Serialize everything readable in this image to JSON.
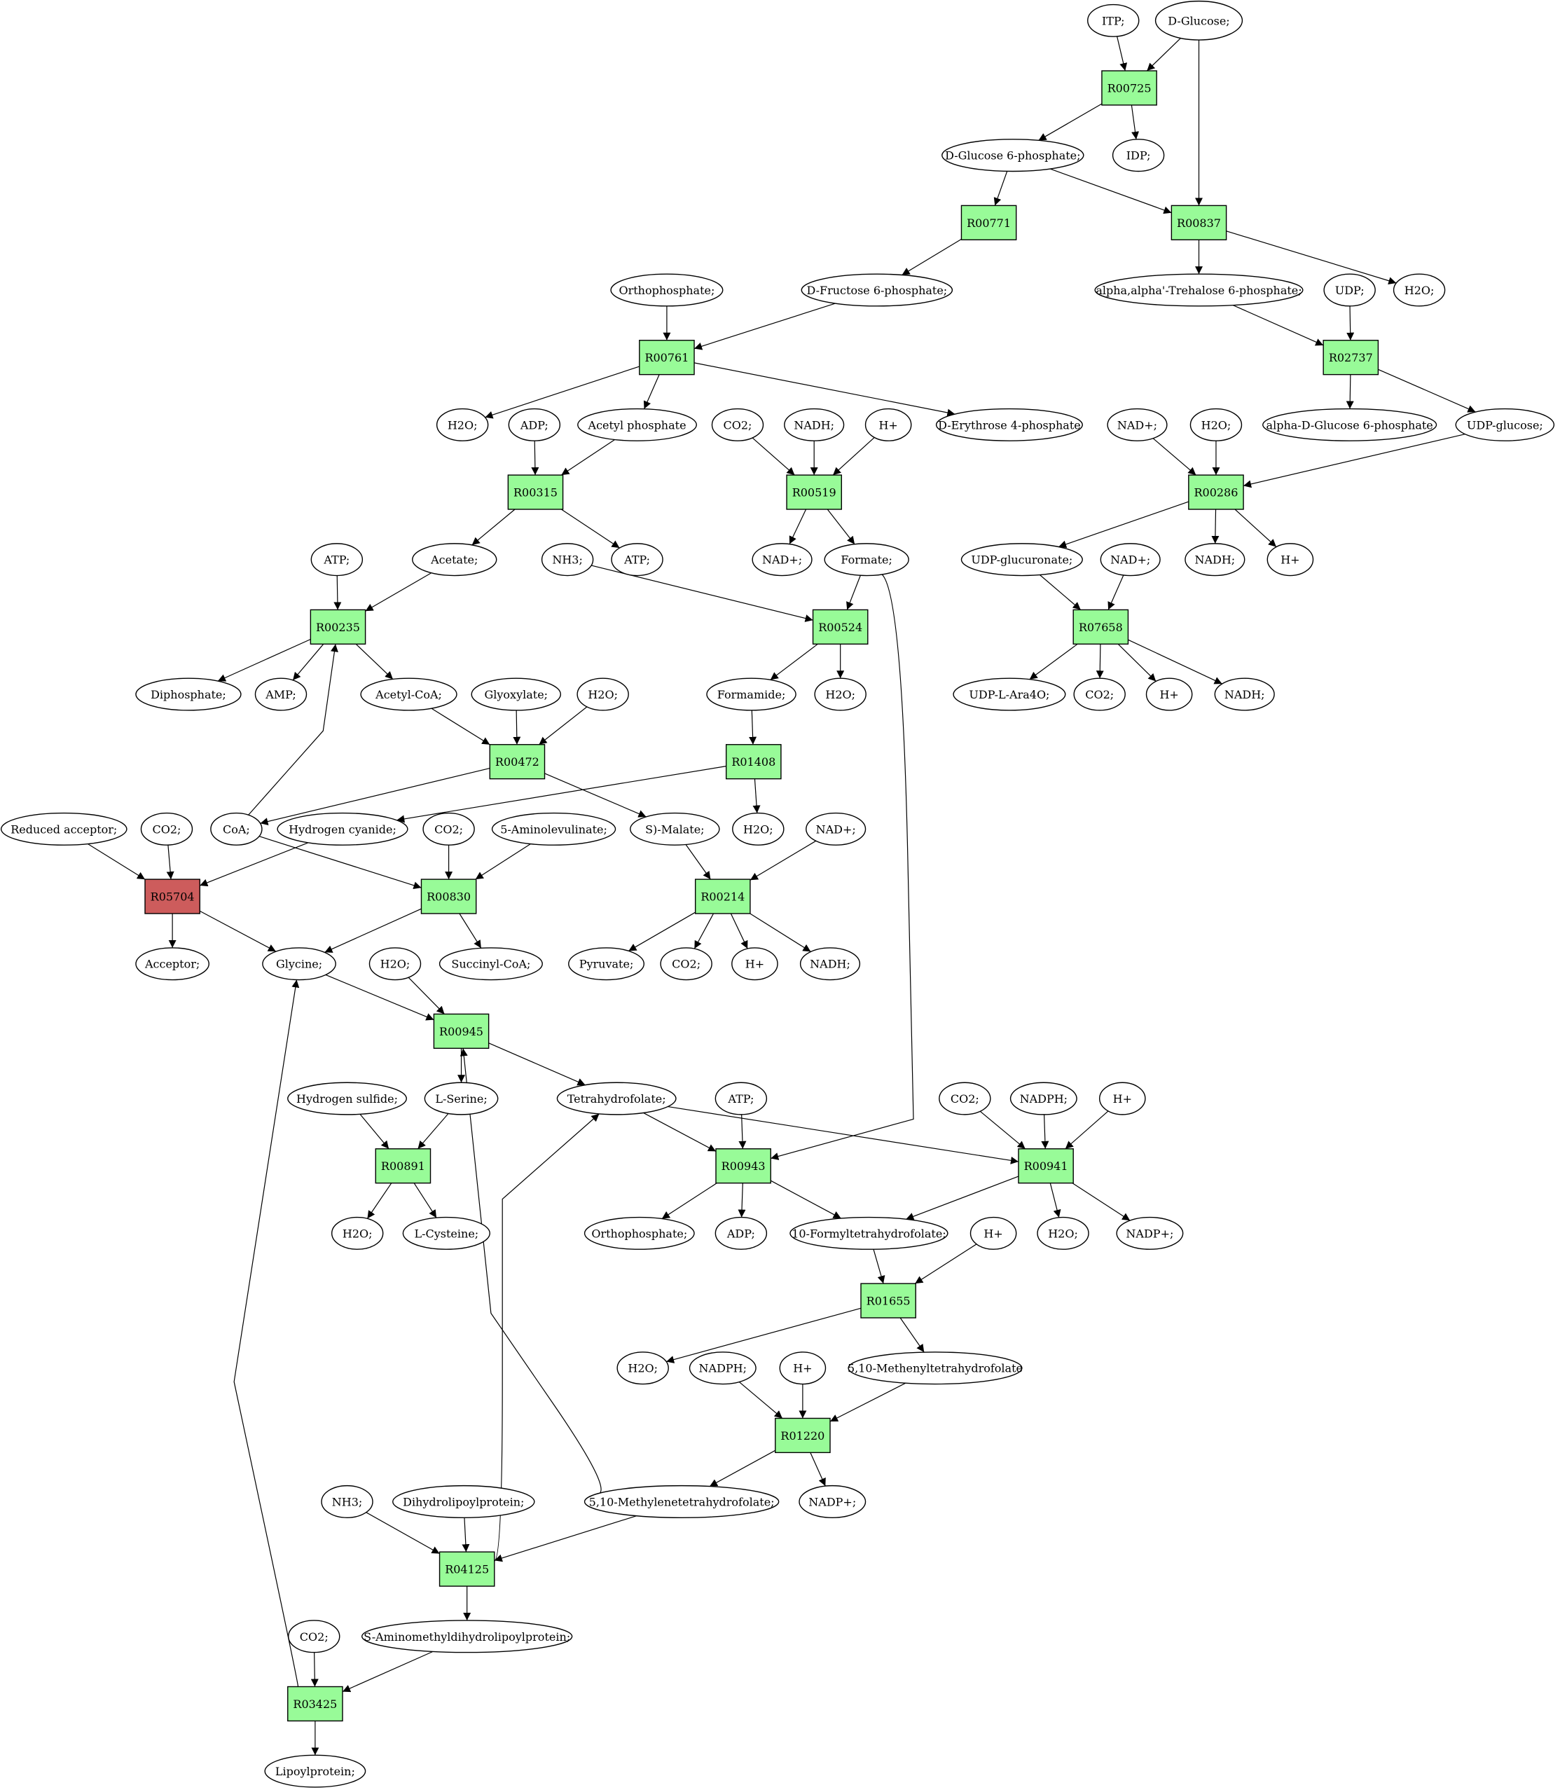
{
  "colors": {
    "reaction": "#98fb98",
    "blocked_reaction": "#cd5c5c",
    "source": "#00ee00",
    "target": "#ffff00",
    "compound": "#ffffff"
  },
  "nodes": [
    {
      "id": "n_itp",
      "label": "ITP;",
      "shape": "ellipse"
    },
    {
      "id": "n_dglucose",
      "label": "D-Glucose;",
      "shape": "ellipse",
      "role": "source"
    },
    {
      "id": "r_R00725",
      "label": "R00725",
      "shape": "box"
    },
    {
      "id": "n_g6p",
      "label": "D-Glucose 6-phosphate;",
      "shape": "ellipse"
    },
    {
      "id": "n_idp",
      "label": "IDP;",
      "shape": "ellipse"
    },
    {
      "id": "r_R00771",
      "label": "R00771",
      "shape": "box"
    },
    {
      "id": "r_R00837",
      "label": "R00837",
      "shape": "box"
    },
    {
      "id": "n_orthophosphate_a",
      "label": "Orthophosphate;",
      "shape": "ellipse"
    },
    {
      "id": "n_f6p",
      "label": "D-Fructose 6-phosphate;",
      "shape": "ellipse"
    },
    {
      "id": "n_trehalose6p",
      "label": "alpha,alpha'-Trehalose 6-phosphate;",
      "shape": "ellipse"
    },
    {
      "id": "n_udp",
      "label": "UDP;",
      "shape": "ellipse"
    },
    {
      "id": "n_h2o_a",
      "label": "H2O;",
      "shape": "ellipse"
    },
    {
      "id": "r_R00761",
      "label": "R00761",
      "shape": "box"
    },
    {
      "id": "r_R02737",
      "label": "R02737",
      "shape": "box"
    },
    {
      "id": "n_h2o_b",
      "label": "H2O;",
      "shape": "ellipse"
    },
    {
      "id": "n_adp_a",
      "label": "ADP;",
      "shape": "ellipse"
    },
    {
      "id": "n_acetylp",
      "label": "Acetyl phosphate",
      "shape": "ellipse"
    },
    {
      "id": "n_co2_a",
      "label": "CO2;",
      "shape": "ellipse"
    },
    {
      "id": "n_nadh_a",
      "label": "NADH;",
      "shape": "ellipse"
    },
    {
      "id": "n_hplus_a",
      "label": "H+",
      "shape": "ellipse"
    },
    {
      "id": "n_e4p",
      "label": "D-Erythrose 4-phosphate",
      "shape": "ellipse"
    },
    {
      "id": "n_nadp_a",
      "label": "NAD+;",
      "shape": "ellipse"
    },
    {
      "id": "n_h2o_c",
      "label": "H2O;",
      "shape": "ellipse"
    },
    {
      "id": "n_adglc6p",
      "label": "alpha-D-Glucose 6-phosphate",
      "shape": "ellipse"
    },
    {
      "id": "n_udpglucose",
      "label": "UDP-glucose;",
      "shape": "ellipse"
    },
    {
      "id": "r_R00315",
      "label": "R00315",
      "shape": "box"
    },
    {
      "id": "r_R00519",
      "label": "R00519",
      "shape": "box"
    },
    {
      "id": "r_R00286",
      "label": "R00286",
      "shape": "box"
    },
    {
      "id": "n_atp_a",
      "label": "ATP;",
      "shape": "ellipse"
    },
    {
      "id": "n_acetate",
      "label": "Acetate;",
      "shape": "ellipse"
    },
    {
      "id": "n_nh3_a",
      "label": "NH3;",
      "shape": "ellipse"
    },
    {
      "id": "n_atp_b",
      "label": "ATP;",
      "shape": "ellipse"
    },
    {
      "id": "n_nad_b",
      "label": "NAD+;",
      "shape": "ellipse"
    },
    {
      "id": "n_formate",
      "label": "Formate;",
      "shape": "ellipse"
    },
    {
      "id": "n_udpglucuronate",
      "label": "UDP-glucuronate;",
      "shape": "ellipse"
    },
    {
      "id": "n_nad_c",
      "label": "NAD+;",
      "shape": "ellipse"
    },
    {
      "id": "n_nadh_b",
      "label": "NADH;",
      "shape": "ellipse"
    },
    {
      "id": "n_hplus_b",
      "label": "H+",
      "shape": "ellipse"
    },
    {
      "id": "r_R00235",
      "label": "R00235",
      "shape": "box"
    },
    {
      "id": "r_R00524",
      "label": "R00524",
      "shape": "box"
    },
    {
      "id": "r_R07658",
      "label": "R07658",
      "shape": "box"
    },
    {
      "id": "n_diphosphate",
      "label": "Diphosphate;",
      "shape": "ellipse"
    },
    {
      "id": "n_amp",
      "label": "AMP;",
      "shape": "ellipse"
    },
    {
      "id": "n_acetylcoa",
      "label": "Acetyl-CoA;",
      "shape": "ellipse"
    },
    {
      "id": "n_glyoxylate",
      "label": "Glyoxylate;",
      "shape": "ellipse"
    },
    {
      "id": "n_h2o_d",
      "label": "H2O;",
      "shape": "ellipse"
    },
    {
      "id": "n_formamide",
      "label": "Formamide;",
      "shape": "ellipse"
    },
    {
      "id": "n_h2o_e",
      "label": "H2O;",
      "shape": "ellipse"
    },
    {
      "id": "n_udpara",
      "label": "UDP-L-Ara4O;",
      "shape": "ellipse"
    },
    {
      "id": "n_co2_b",
      "label": "CO2;",
      "shape": "ellipse"
    },
    {
      "id": "n_hplus_c",
      "label": "H+",
      "shape": "ellipse"
    },
    {
      "id": "n_nadh_c",
      "label": "NADH;",
      "shape": "ellipse"
    },
    {
      "id": "r_R00472",
      "label": "R00472",
      "shape": "box"
    },
    {
      "id": "r_R01408",
      "label": "R01408",
      "shape": "box"
    },
    {
      "id": "n_redacc",
      "label": "Reduced acceptor;",
      "shape": "ellipse"
    },
    {
      "id": "n_co2_c",
      "label": "CO2;",
      "shape": "ellipse"
    },
    {
      "id": "n_coa",
      "label": "CoA;",
      "shape": "ellipse"
    },
    {
      "id": "n_hcn",
      "label": "Hydrogen cyanide;",
      "shape": "ellipse"
    },
    {
      "id": "n_co2_d",
      "label": "CO2;",
      "shape": "ellipse"
    },
    {
      "id": "n_5ala",
      "label": "5-Aminolevulinate;",
      "shape": "ellipse"
    },
    {
      "id": "n_smalate",
      "label": "S)-Malate;",
      "shape": "ellipse"
    },
    {
      "id": "n_h2o_f",
      "label": "H2O;",
      "shape": "ellipse"
    },
    {
      "id": "n_nad_d",
      "label": "NAD+;",
      "shape": "ellipse"
    },
    {
      "id": "r_R05704",
      "label": "R05704",
      "shape": "box",
      "role": "blocked"
    },
    {
      "id": "r_R00830",
      "label": "R00830",
      "shape": "box"
    },
    {
      "id": "r_R00214",
      "label": "R00214",
      "shape": "box"
    },
    {
      "id": "n_acceptor",
      "label": "Acceptor;",
      "shape": "ellipse"
    },
    {
      "id": "n_glycine",
      "label": "Glycine;",
      "shape": "ellipse"
    },
    {
      "id": "n_h2o_g",
      "label": "H2O;",
      "shape": "ellipse"
    },
    {
      "id": "n_succoa",
      "label": "Succinyl-CoA;",
      "shape": "ellipse"
    },
    {
      "id": "n_pyruvate",
      "label": "Pyruvate;",
      "shape": "ellipse"
    },
    {
      "id": "n_co2_e",
      "label": "CO2;",
      "shape": "ellipse"
    },
    {
      "id": "n_hplus_d",
      "label": "H+",
      "shape": "ellipse"
    },
    {
      "id": "n_nadh_d",
      "label": "NADH;",
      "shape": "ellipse"
    },
    {
      "id": "r_R00945",
      "label": "R00945",
      "shape": "box"
    },
    {
      "id": "n_h2s",
      "label": "Hydrogen sulfide;",
      "shape": "ellipse"
    },
    {
      "id": "n_lserine",
      "label": "L-Serine;",
      "shape": "ellipse"
    },
    {
      "id": "n_thf",
      "label": "Tetrahydrofolate;",
      "shape": "ellipse"
    },
    {
      "id": "n_atp_c",
      "label": "ATP;",
      "shape": "ellipse"
    },
    {
      "id": "n_co2_f",
      "label": "CO2;",
      "shape": "ellipse"
    },
    {
      "id": "n_nadph_a",
      "label": "NADPH;",
      "shape": "ellipse"
    },
    {
      "id": "n_hplus_e",
      "label": "H+",
      "shape": "ellipse"
    },
    {
      "id": "r_R00891",
      "label": "R00891",
      "shape": "box"
    },
    {
      "id": "r_R00943",
      "label": "R00943",
      "shape": "box"
    },
    {
      "id": "r_R00941",
      "label": "R00941",
      "shape": "box"
    },
    {
      "id": "n_h2o_h",
      "label": "H2O;",
      "shape": "ellipse"
    },
    {
      "id": "n_lcysteine",
      "label": "L-Cysteine;",
      "shape": "ellipse",
      "role": "target"
    },
    {
      "id": "n_orthophosphate_b",
      "label": "Orthophosphate;",
      "shape": "ellipse"
    },
    {
      "id": "n_adp_b",
      "label": "ADP;",
      "shape": "ellipse"
    },
    {
      "id": "n_10fthf",
      "label": "10-Formyltetrahydrofolate;",
      "shape": "ellipse"
    },
    {
      "id": "n_hplus_f",
      "label": "H+",
      "shape": "ellipse"
    },
    {
      "id": "n_h2o_i",
      "label": "H2O;",
      "shape": "ellipse"
    },
    {
      "id": "n_nadp_b",
      "label": "NADP+;",
      "shape": "ellipse"
    },
    {
      "id": "r_R01655",
      "label": "R01655",
      "shape": "box"
    },
    {
      "id": "n_h2o_j",
      "label": "H2O;",
      "shape": "ellipse"
    },
    {
      "id": "n_nadph_b",
      "label": "NADPH;",
      "shape": "ellipse"
    },
    {
      "id": "n_hplus_g",
      "label": "H+",
      "shape": "ellipse"
    },
    {
      "id": "n_methenylthf",
      "label": "5,10-Methenyltetrahydrofolate",
      "shape": "ellipse"
    },
    {
      "id": "r_R01220",
      "label": "R01220",
      "shape": "box"
    },
    {
      "id": "n_nh3_b",
      "label": "NH3;",
      "shape": "ellipse"
    },
    {
      "id": "n_dihydrolipoyl",
      "label": "Dihydrolipoylprotein;",
      "shape": "ellipse"
    },
    {
      "id": "n_methylenethf",
      "label": "5,10-Methylenetetrahydrofolate;",
      "shape": "ellipse"
    },
    {
      "id": "n_nadp_c",
      "label": "NADP+;",
      "shape": "ellipse"
    },
    {
      "id": "r_R04125",
      "label": "R04125",
      "shape": "box"
    },
    {
      "id": "n_co2_g",
      "label": "CO2;",
      "shape": "ellipse"
    },
    {
      "id": "n_samdlp",
      "label": "S-Aminomethyldihydrolipoylprotein;",
      "shape": "ellipse"
    },
    {
      "id": "r_R03425",
      "label": "R03425",
      "shape": "box"
    },
    {
      "id": "n_lipoylprotein",
      "label": "Lipoylprotein;",
      "shape": "ellipse"
    }
  ],
  "edges": [
    [
      "n_itp",
      "r_R00725"
    ],
    [
      "n_dglucose",
      "r_R00725"
    ],
    [
      "n_dglucose",
      "r_R00837"
    ],
    [
      "r_R00725",
      "n_g6p"
    ],
    [
      "r_R00725",
      "n_idp"
    ],
    [
      "n_g6p",
      "r_R00771"
    ],
    [
      "n_g6p",
      "r_R00837"
    ],
    [
      "r_R00771",
      "n_f6p"
    ],
    [
      "r_R00837",
      "n_trehalose6p"
    ],
    [
      "r_R00837",
      "n_h2o_a"
    ],
    [
      "n_orthophosphate_a",
      "r_R00761"
    ],
    [
      "n_f6p",
      "r_R00761"
    ],
    [
      "n_trehalose6p",
      "r_R02737"
    ],
    [
      "n_udp",
      "r_R02737"
    ],
    [
      "r_R00761",
      "n_h2o_b"
    ],
    [
      "r_R00761",
      "n_acetylp"
    ],
    [
      "r_R00761",
      "n_e4p"
    ],
    [
      "r_R02737",
      "n_adglc6p"
    ],
    [
      "r_R02737",
      "n_udpglucose"
    ],
    [
      "n_adp_a",
      "r_R00315"
    ],
    [
      "n_acetylp",
      "r_R00315"
    ],
    [
      "n_co2_a",
      "r_R00519"
    ],
    [
      "n_nadh_a",
      "r_R00519"
    ],
    [
      "n_hplus_a",
      "r_R00519"
    ],
    [
      "n_nadp_a",
      "r_R00286"
    ],
    [
      "n_h2o_c",
      "r_R00286"
    ],
    [
      "n_udpglucose",
      "r_R00286"
    ],
    [
      "r_R00315",
      "n_acetate"
    ],
    [
      "r_R00315",
      "n_atp_b"
    ],
    [
      "r_R00519",
      "n_nad_b"
    ],
    [
      "r_R00519",
      "n_formate"
    ],
    [
      "r_R00286",
      "n_udpglucuronate"
    ],
    [
      "r_R00286",
      "n_nadh_b"
    ],
    [
      "r_R00286",
      "n_hplus_b"
    ],
    [
      "n_atp_a",
      "r_R00235"
    ],
    [
      "n_acetate",
      "r_R00235"
    ],
    [
      "n_coa",
      "r_R00235"
    ],
    [
      "n_nh3_a",
      "r_R00524"
    ],
    [
      "n_formate",
      "r_R00524"
    ],
    [
      "n_udpglucuronate",
      "r_R07658"
    ],
    [
      "n_nad_c",
      "r_R07658"
    ],
    [
      "r_R00235",
      "n_diphosphate"
    ],
    [
      "r_R00235",
      "n_amp"
    ],
    [
      "r_R00235",
      "n_acetylcoa"
    ],
    [
      "r_R00524",
      "n_formamide"
    ],
    [
      "r_R00524",
      "n_h2o_e"
    ],
    [
      "r_R07658",
      "n_udpara"
    ],
    [
      "r_R07658",
      "n_co2_b"
    ],
    [
      "r_R07658",
      "n_hplus_c"
    ],
    [
      "r_R07658",
      "n_nadh_c"
    ],
    [
      "n_acetylcoa",
      "r_R00472"
    ],
    [
      "n_glyoxylate",
      "r_R00472"
    ],
    [
      "n_h2o_d",
      "r_R00472"
    ],
    [
      "n_formamide",
      "r_R01408"
    ],
    [
      "r_R00472",
      "n_coa"
    ],
    [
      "r_R00472",
      "n_smalate"
    ],
    [
      "r_R01408",
      "n_hcn"
    ],
    [
      "r_R01408",
      "n_h2o_f"
    ],
    [
      "n_redacc",
      "r_R05704"
    ],
    [
      "n_co2_c",
      "r_R05704"
    ],
    [
      "n_hcn",
      "r_R05704"
    ],
    [
      "n_coa",
      "r_R00830"
    ],
    [
      "n_co2_d",
      "r_R00830"
    ],
    [
      "n_5ala",
      "r_R00830"
    ],
    [
      "n_smalate",
      "r_R00214"
    ],
    [
      "n_nad_d",
      "r_R00214"
    ],
    [
      "r_R05704",
      "n_acceptor"
    ],
    [
      "r_R05704",
      "n_glycine"
    ],
    [
      "r_R00830",
      "n_glycine"
    ],
    [
      "r_R00830",
      "n_succoa"
    ],
    [
      "r_R00214",
      "n_pyruvate"
    ],
    [
      "r_R00214",
      "n_co2_e"
    ],
    [
      "r_R00214",
      "n_hplus_d"
    ],
    [
      "r_R00214",
      "n_nadh_d"
    ],
    [
      "n_glycine",
      "r_R00945"
    ],
    [
      "n_h2o_g",
      "r_R00945"
    ],
    [
      "n_methylenethf",
      "r_R00945"
    ],
    [
      "r_R00945",
      "n_lserine"
    ],
    [
      "r_R00945",
      "n_thf"
    ],
    [
      "n_h2s",
      "r_R00891"
    ],
    [
      "n_lserine",
      "r_R00891"
    ],
    [
      "n_thf",
      "r_R00943"
    ],
    [
      "n_atp_c",
      "r_R00943"
    ],
    [
      "n_formate",
      "r_R00943"
    ],
    [
      "n_thf",
      "r_R00941"
    ],
    [
      "n_co2_f",
      "r_R00941"
    ],
    [
      "n_nadph_a",
      "r_R00941"
    ],
    [
      "n_hplus_e",
      "r_R00941"
    ],
    [
      "r_R00891",
      "n_h2o_h"
    ],
    [
      "r_R00891",
      "n_lcysteine"
    ],
    [
      "r_R00943",
      "n_orthophosphate_b"
    ],
    [
      "r_R00943",
      "n_adp_b"
    ],
    [
      "r_R00943",
      "n_10fthf"
    ],
    [
      "r_R00941",
      "n_10fthf"
    ],
    [
      "r_R00941",
      "n_h2o_i"
    ],
    [
      "r_R00941",
      "n_nadp_b"
    ],
    [
      "n_10fthf",
      "r_R01655"
    ],
    [
      "n_hplus_f",
      "r_R01655"
    ],
    [
      "r_R01655",
      "n_h2o_j"
    ],
    [
      "r_R01655",
      "n_methenylthf"
    ],
    [
      "n_nadph_b",
      "r_R01220"
    ],
    [
      "n_hplus_g",
      "r_R01220"
    ],
    [
      "n_methenylthf",
      "r_R01220"
    ],
    [
      "r_R01220",
      "n_methylenethf"
    ],
    [
      "r_R01220",
      "n_nadp_c"
    ],
    [
      "n_nh3_b",
      "r_R04125"
    ],
    [
      "n_dihydrolipoyl",
      "r_R04125"
    ],
    [
      "n_methylenethf",
      "r_R04125"
    ],
    [
      "r_R04125",
      "n_thf"
    ],
    [
      "r_R04125",
      "n_samdlp"
    ],
    [
      "n_co2_g",
      "r_R03425"
    ],
    [
      "n_samdlp",
      "r_R03425"
    ],
    [
      "r_R03425",
      "n_glycine"
    ],
    [
      "r_R03425",
      "n_lipoylprotein"
    ]
  ]
}
